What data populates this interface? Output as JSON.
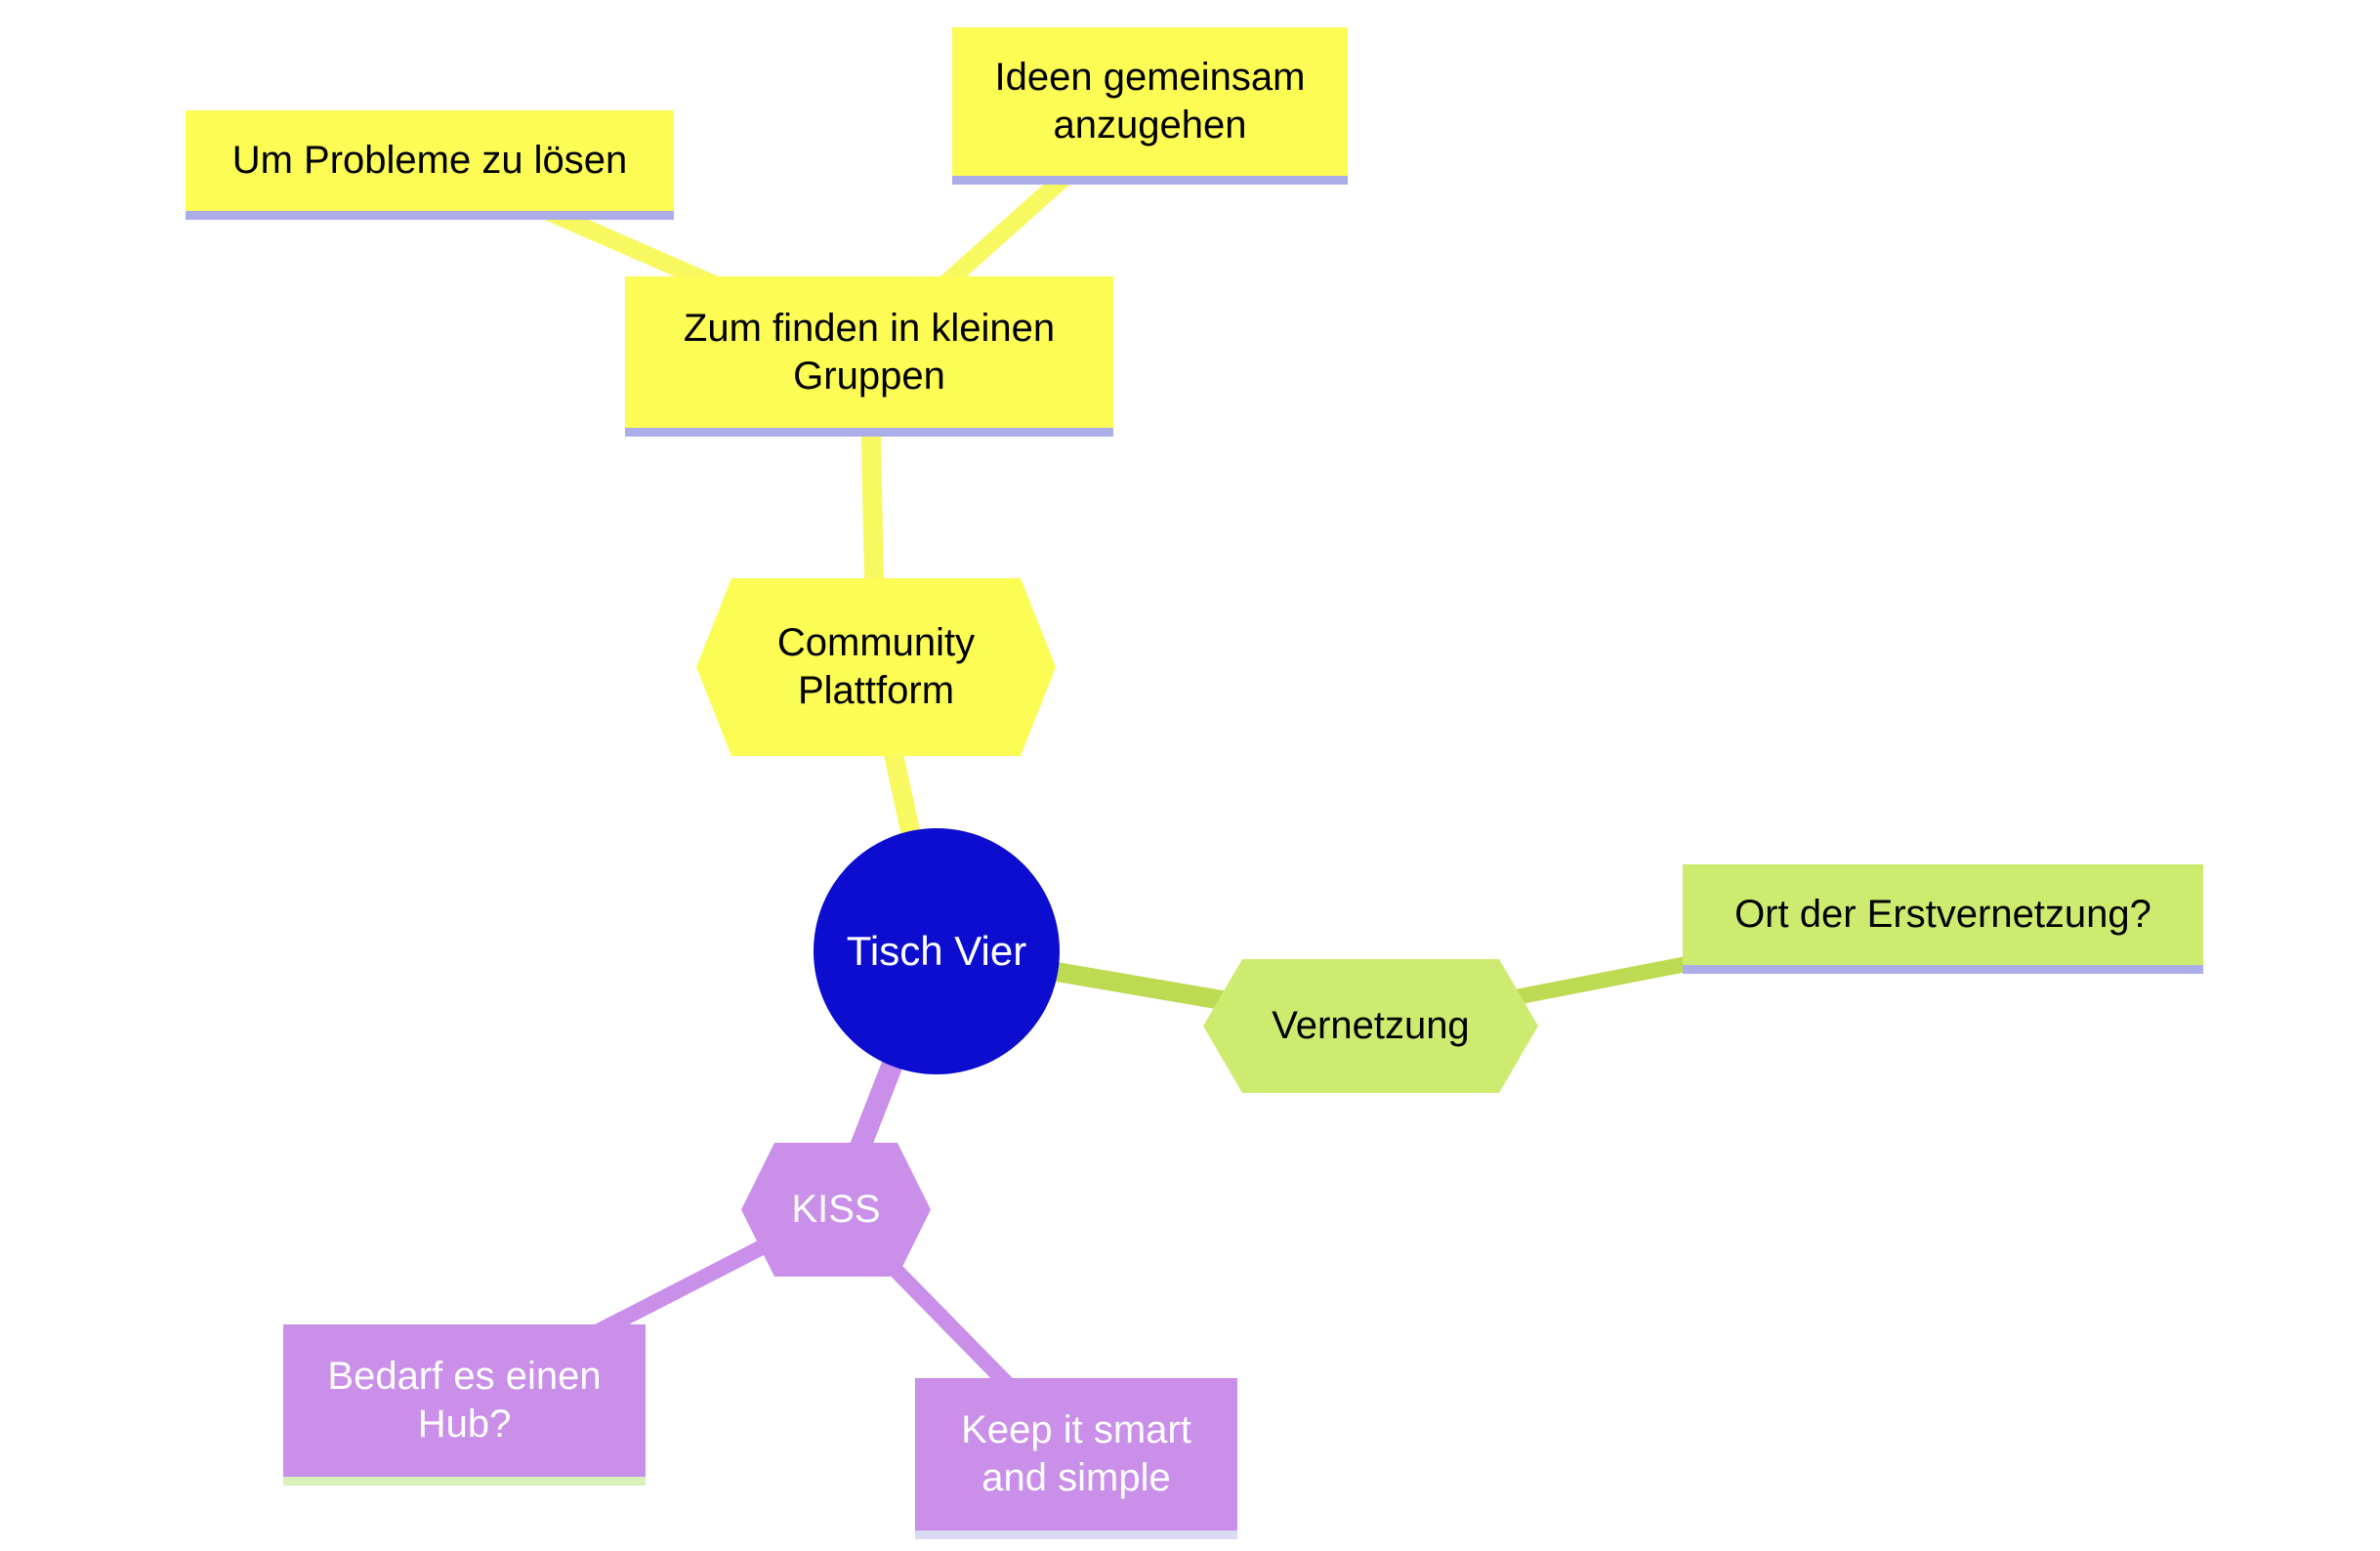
{
  "diagram": {
    "root": {
      "label": "Tisch Vier"
    },
    "branches": {
      "community": {
        "hub_label": "Community Plattform",
        "children": {
          "zum_finden": {
            "label": "Zum finden in kleinen Gruppen"
          },
          "um_probleme": {
            "label": "Um Probleme zu lösen"
          },
          "ideen": {
            "label": "Ideen gemeinsam anzugehen"
          }
        }
      },
      "vernetzung": {
        "hub_label": "Vernetzung",
        "children": {
          "ort": {
            "label": "Ort der Erstvernetzung?"
          }
        }
      },
      "kiss": {
        "hub_label": "KISS",
        "children": {
          "bedarf": {
            "label": "Bedarf es einen Hub?"
          },
          "keep": {
            "label": "Keep it smart and simple"
          }
        }
      }
    },
    "colors": {
      "yellow_node": "#FCFC55",
      "yellow_edge": "#F8F860",
      "green_node": "#CDEC6F",
      "green_edge": "#BCDB52",
      "purple_node": "#C98FE9",
      "purple_edge": "#C98FE9",
      "root_blue": "#0D0DD0",
      "underline_lavender": "#ABADE9",
      "underline_green": "#D9F0B8",
      "underline_light": "#DADAF2",
      "text_dark": "#000000",
      "text_light": "#FFFFFF"
    }
  }
}
